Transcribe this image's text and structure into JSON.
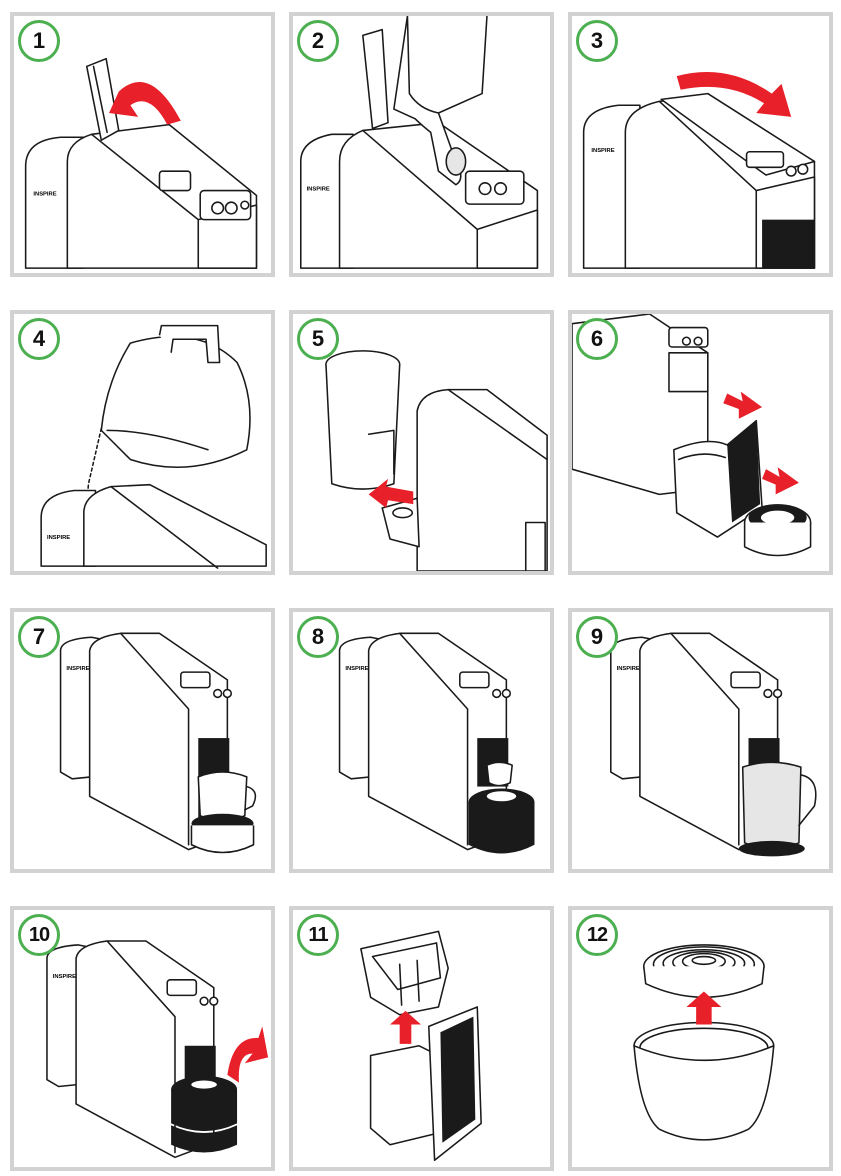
{
  "steps": [
    {
      "number": "1",
      "illustration": "open-lid-illustration",
      "arrow": "red-curved-arrow"
    },
    {
      "number": "2",
      "illustration": "insert-capsule-illustration",
      "arrow": "none"
    },
    {
      "number": "3",
      "illustration": "close-lid-illustration",
      "arrow": "red-curved-arrow"
    },
    {
      "number": "4",
      "illustration": "fill-water-tank-illustration",
      "arrow": "none"
    },
    {
      "number": "5",
      "illustration": "attach-water-tank-illustration",
      "arrow": "red-straight-arrow"
    },
    {
      "number": "6",
      "illustration": "remove-drip-tray-illustration",
      "arrow": "red-straight-arrow"
    },
    {
      "number": "7",
      "illustration": "cup-on-low-tray-illustration",
      "arrow": "none"
    },
    {
      "number": "8",
      "illustration": "cup-on-high-tray-illustration",
      "arrow": "none"
    },
    {
      "number": "9",
      "illustration": "jug-under-outlet-illustration",
      "arrow": "none"
    },
    {
      "number": "10",
      "illustration": "replace-drip-tray-illustration",
      "arrow": "red-curved-arrow"
    },
    {
      "number": "11",
      "illustration": "insert-capsule-container-illustration",
      "arrow": "red-straight-arrow"
    },
    {
      "number": "12",
      "illustration": "place-grid-on-base-illustration",
      "arrow": "red-straight-arrow"
    }
  ],
  "colors": {
    "badge_border": "#4caf50",
    "arrow": "#e8202a",
    "panel_border": "#d2d2d2",
    "line": "#1a1a1a"
  }
}
